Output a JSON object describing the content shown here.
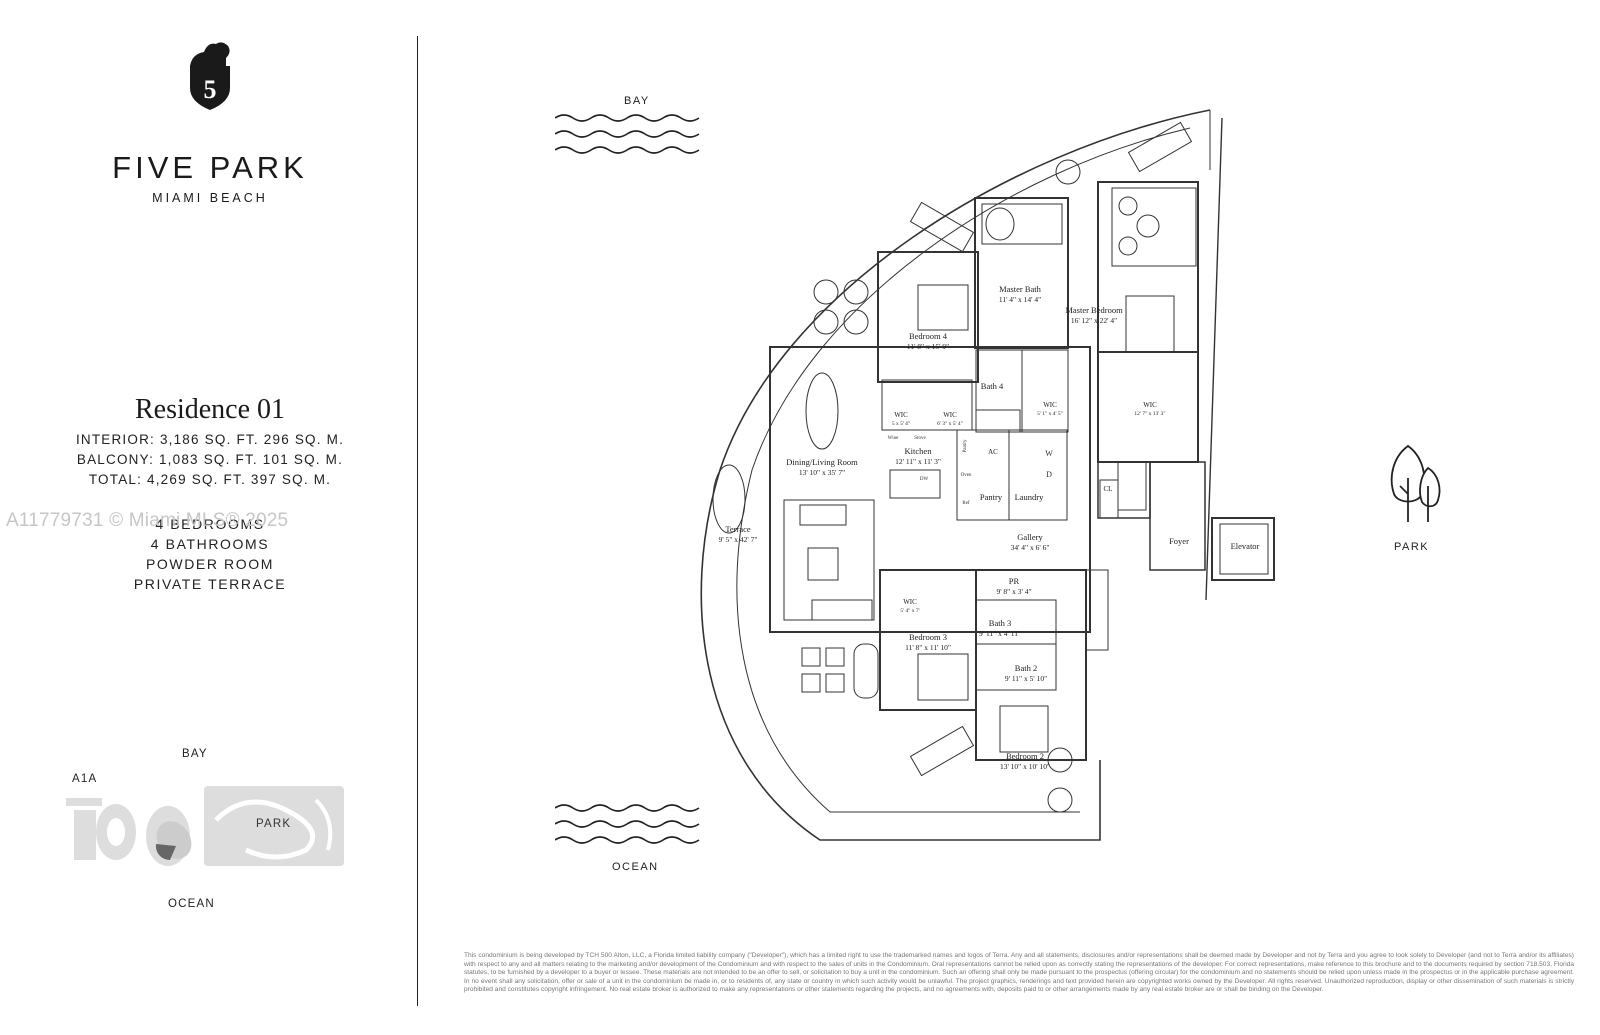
{
  "brand": {
    "title": "FIVE PARK",
    "subtitle": "MIAMI BEACH",
    "logo_glyph": "5",
    "logo_icon": "elephant-shield-icon"
  },
  "residence": {
    "title": "Residence 01",
    "specs": [
      "INTERIOR: 3,186 SQ. FT.   296 SQ. M.",
      "BALCONY: 1,083 SQ. FT.   101 SQ. M.",
      "TOTAL: 4,269 SQ. FT.   397 SQ. M."
    ],
    "features": [
      "4 BEDROOMS",
      "4 BATHROOMS",
      "POWDER ROOM",
      "PRIVATE TERRACE"
    ]
  },
  "watermark": "A11779731 © Miami MLS® 2025",
  "site_map": {
    "bay": "BAY",
    "a1a": "A1A",
    "park": "PARK",
    "ocean": "OCEAN"
  },
  "plan": {
    "bay": "BAY",
    "ocean": "OCEAN",
    "park": "PARK",
    "park_icon": "tree-icon",
    "rooms": [
      {
        "name": "Master Bath",
        "dims": "11' 4\" x 14' 4\""
      },
      {
        "name": "Master Bedroom",
        "dims": "16' 12\" x 22' 4\""
      },
      {
        "name": "Bedroom 4",
        "dims": "11' 8\" x 15' 9\""
      },
      {
        "name": "Bath 4",
        "dims": ""
      },
      {
        "name": "WIC",
        "dims": "12' 7\" x 13' 3\""
      },
      {
        "name": "WIC",
        "dims": "5' 1\" x 4' 5\""
      },
      {
        "name": "WIC",
        "dims": "5 x 5' 4\""
      },
      {
        "name": "WIC",
        "dims": "6' 3\" x 5' 4\""
      },
      {
        "name": "Kitchen",
        "dims": "12' 11\" x 11' 3\""
      },
      {
        "name": "Dining/Living Room",
        "dims": "13' 10\" x 35' 7\""
      },
      {
        "name": "Terrace",
        "dims": "9' 5\" x 42' 7\""
      },
      {
        "name": "Pantry",
        "dims": ""
      },
      {
        "name": "Laundry",
        "dims": ""
      },
      {
        "name": "AC",
        "dims": ""
      },
      {
        "name": "CL",
        "dims": ""
      },
      {
        "name": "Gallery",
        "dims": "34' 4\" x 6' 6\""
      },
      {
        "name": "Foyer",
        "dims": ""
      },
      {
        "name": "Elevator",
        "dims": ""
      },
      {
        "name": "PR",
        "dims": "9' 8\" x 3' 4\""
      },
      {
        "name": "WIC",
        "dims": "5' 4\" x 7'"
      },
      {
        "name": "Bedroom 3",
        "dims": "11' 8\" x 11' 10\""
      },
      {
        "name": "Bath 3",
        "dims": "9' 11\" x 4' 11\""
      },
      {
        "name": "Bath 2",
        "dims": "9' 11\" x 5' 10\""
      },
      {
        "name": "Bedroom 2",
        "dims": "13' 10\" x 10' 10\""
      }
    ],
    "small_labels": {
      "washer": "W",
      "dryer": "D",
      "wine": "Wine",
      "stove": "Stove",
      "dw": "DW",
      "pantry_v": "Pantry",
      "oven": "Oven",
      "ref": "Ref"
    }
  },
  "disclaimer": "This condominium is being developed by TCH 500 Alton, LLC, a Florida limited liability company (\"Developer\"), which has a limited right to use the trademarked names and logos of Terra. Any and all statements, disclosures and/or representations shall be deemed made by Developer and not by Terra and you agree to look solely to Developer (and not to Terra and/or its affiliates) with respect to any and all matters relating to the marketing and/or development of the Condominium and with respect to the sales of units in the Condominium. Oral representations cannot be relied upon as correctly stating the representations of the developer. For correct representations, make reference to this brochure and to the documents required by section 718.503, Florida statutes, to be furnished by a developer to a buyer or lessee. These materials are not intended to be an offer to sell, or solicitation to buy a unit in the condominium. Such an offering shall only be made pursuant to the prospectus (offering circular) for the condominium and no statements should be relied upon unless made in the prospectus or in the applicable purchase agreement. In no event shall any solicitation, offer or sale of a unit in the condominium be made in, or to residents of, any state or country in which such activity would be unlawful. The project graphics, renderings and text provided herein are copyrighted works owned by the Developer. All rights reserved. Unauthorized reproduction, display or other dissemination of such materials is strictly prohibited and constitutes copyright infringement. No real estate broker is authorized to make any representations or other statements regarding the projects, and no agreements with, deposits paid to or other arrangements made by any real estate broker are or shall be binding on the Developer."
}
